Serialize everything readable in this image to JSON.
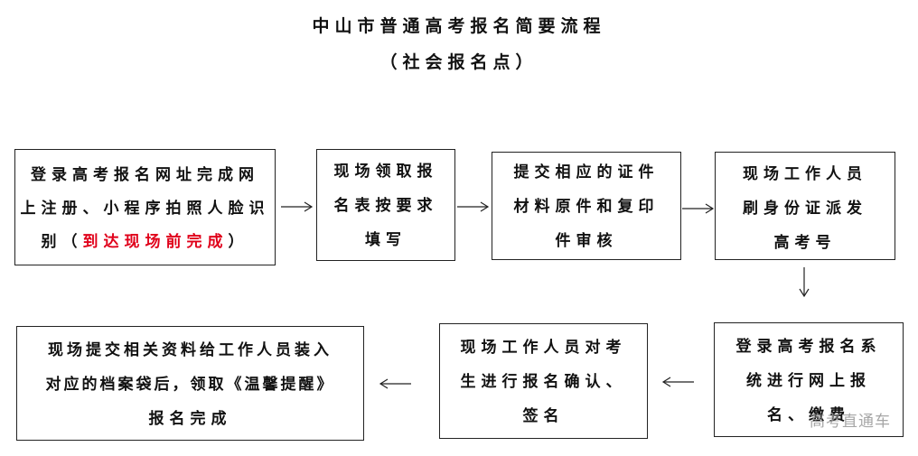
{
  "header": {
    "title": "中山市普通高考报名简要流程",
    "subtitle": "（社会报名点）"
  },
  "steps": [
    {
      "lines": [
        "登录高考报名网址完成网",
        "上注册、小程序拍照人脸识"
      ],
      "line3_prefix": "别（",
      "line3_red": "到达现场前完成",
      "line3_suffix": "）"
    },
    {
      "lines": [
        "现场领取报",
        "名表按要求",
        "填写"
      ]
    },
    {
      "lines": [
        "提交相应的证件",
        "材料原件和复印",
        "件审核"
      ]
    },
    {
      "lines": [
        "现场工作人员",
        "刷身份证派发",
        "高考号"
      ]
    },
    {
      "lines": [
        "登录高考报名系",
        "统进行网上报",
        "名、缴费"
      ]
    },
    {
      "lines": [
        "现场工作人员对考",
        "生进行报名确认、",
        "签名"
      ]
    },
    {
      "lines": [
        "现场提交相关资料给工作人员装入",
        "对应的档案袋后，领取《温馨提醒》",
        "报名完成"
      ]
    }
  ],
  "watermark": "高考直通车",
  "colors": {
    "highlight": "#e0001a",
    "border": "#222222"
  }
}
